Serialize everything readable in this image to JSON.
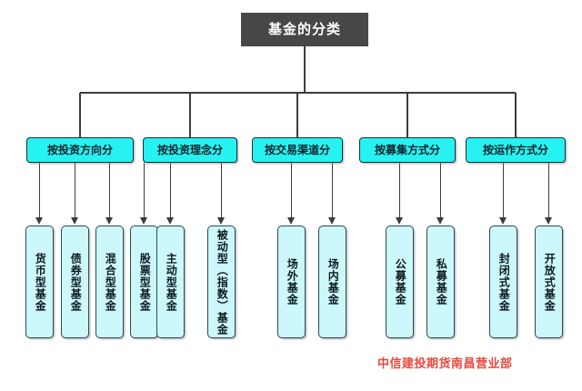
{
  "diagram": {
    "root": {
      "label": "基金的分类"
    },
    "watermark": "中信建投期货南昌营业部",
    "colors": {
      "root_fill": "#474747",
      "root_text": "#ffffff",
      "category_fill": "#27f2f2",
      "leaf_fill": "#ccf7fb",
      "border": "#2b4a52",
      "connector": "#3c3c3c",
      "watermark_text": "#e8483d"
    },
    "categories": [
      {
        "label": "按投资方向分",
        "children": [
          {
            "label": "货币型基金"
          },
          {
            "label": "债券型基金"
          },
          {
            "label": "混合型基金"
          },
          {
            "label": "股票型基金"
          }
        ]
      },
      {
        "label": "按投资理念分",
        "children": [
          {
            "label": "主动型基金"
          },
          {
            "label": "被动型（指数）基金"
          }
        ]
      },
      {
        "label": "按交易渠道分",
        "children": [
          {
            "label": "场外基金"
          },
          {
            "label": "场内基金"
          }
        ]
      },
      {
        "label": "按募集方式分",
        "children": [
          {
            "label": "公募基金"
          },
          {
            "label": "私募基金"
          }
        ]
      },
      {
        "label": "按运作方式分",
        "children": [
          {
            "label": "封闭式基金"
          },
          {
            "label": "开放式基金"
          }
        ]
      }
    ]
  }
}
